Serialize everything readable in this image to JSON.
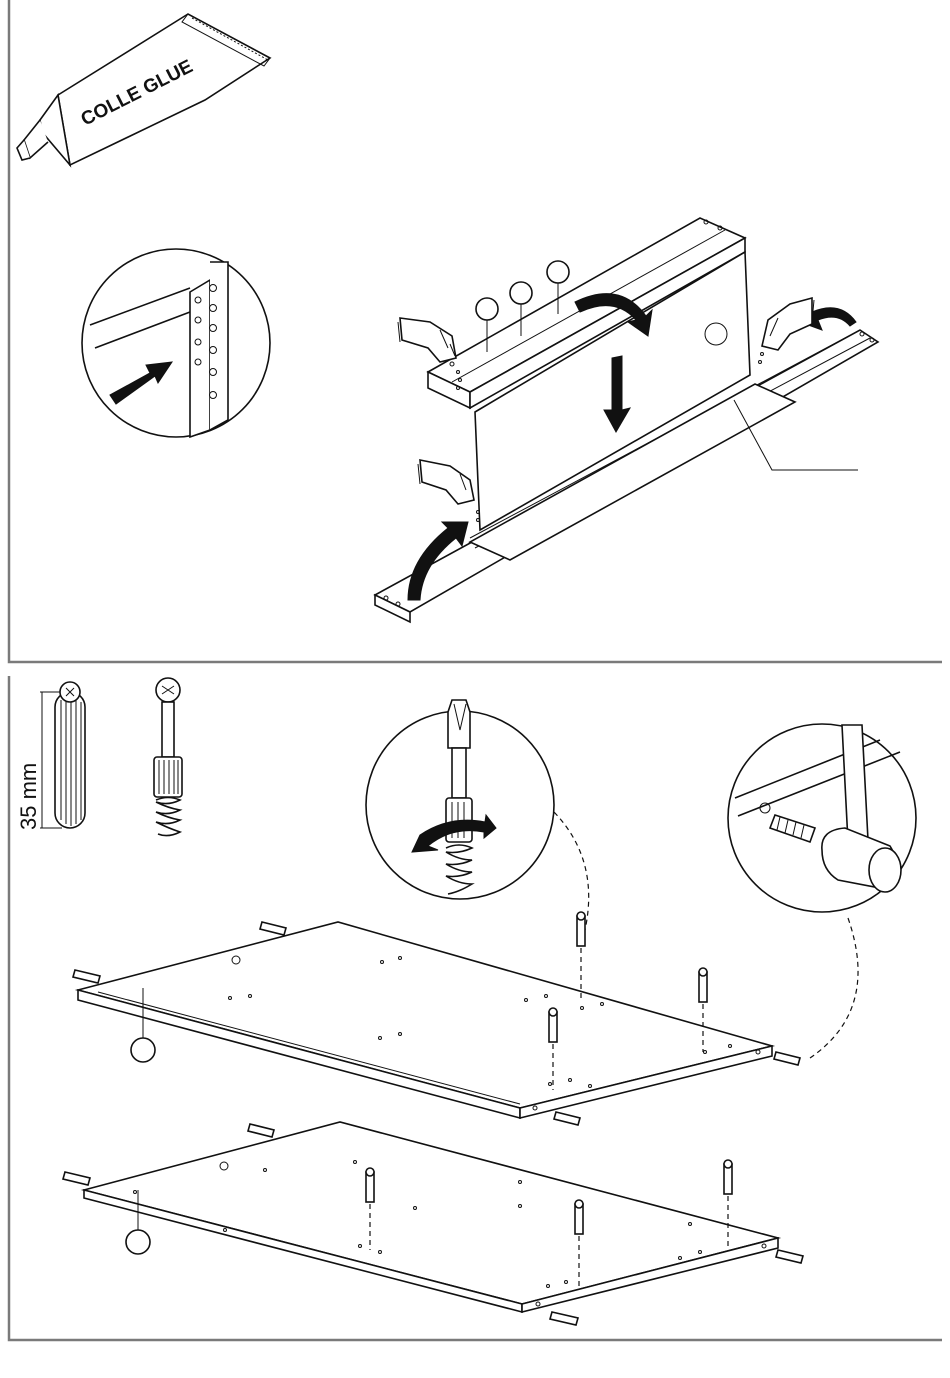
{
  "glue_tube": {
    "label": "COLLE GLUE"
  },
  "dowel_hardware": {
    "dowel_length": "35 mm"
  },
  "panels": {
    "step1": {
      "count": 2,
      "callout_circles": 4
    },
    "step2": {
      "count": 2,
      "callout_circles": 2
    }
  }
}
